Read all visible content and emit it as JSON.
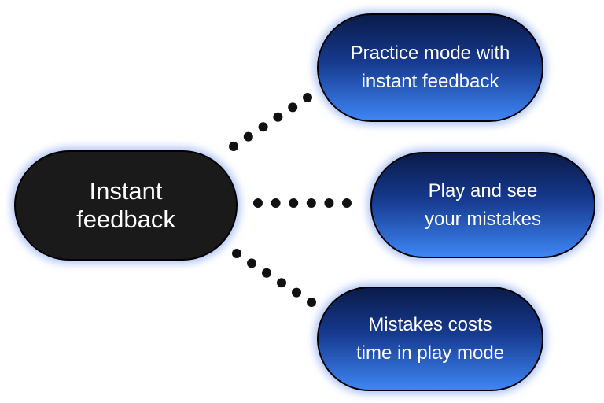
{
  "center": {
    "label": "Instant feedback"
  },
  "branches": [
    {
      "label": "Practice mode with\ninstant feedback"
    },
    {
      "label": "Play and see\nyour mistakes"
    },
    {
      "label": "Mistakes costs\ntime in play mode"
    }
  ],
  "colors": {
    "center_fill": "#1a1a1a",
    "branch_gradient_top": "#0a1b4a",
    "branch_gradient_bottom": "#3e86f5",
    "glow": "#6e96f0",
    "dots": "#111111"
  }
}
